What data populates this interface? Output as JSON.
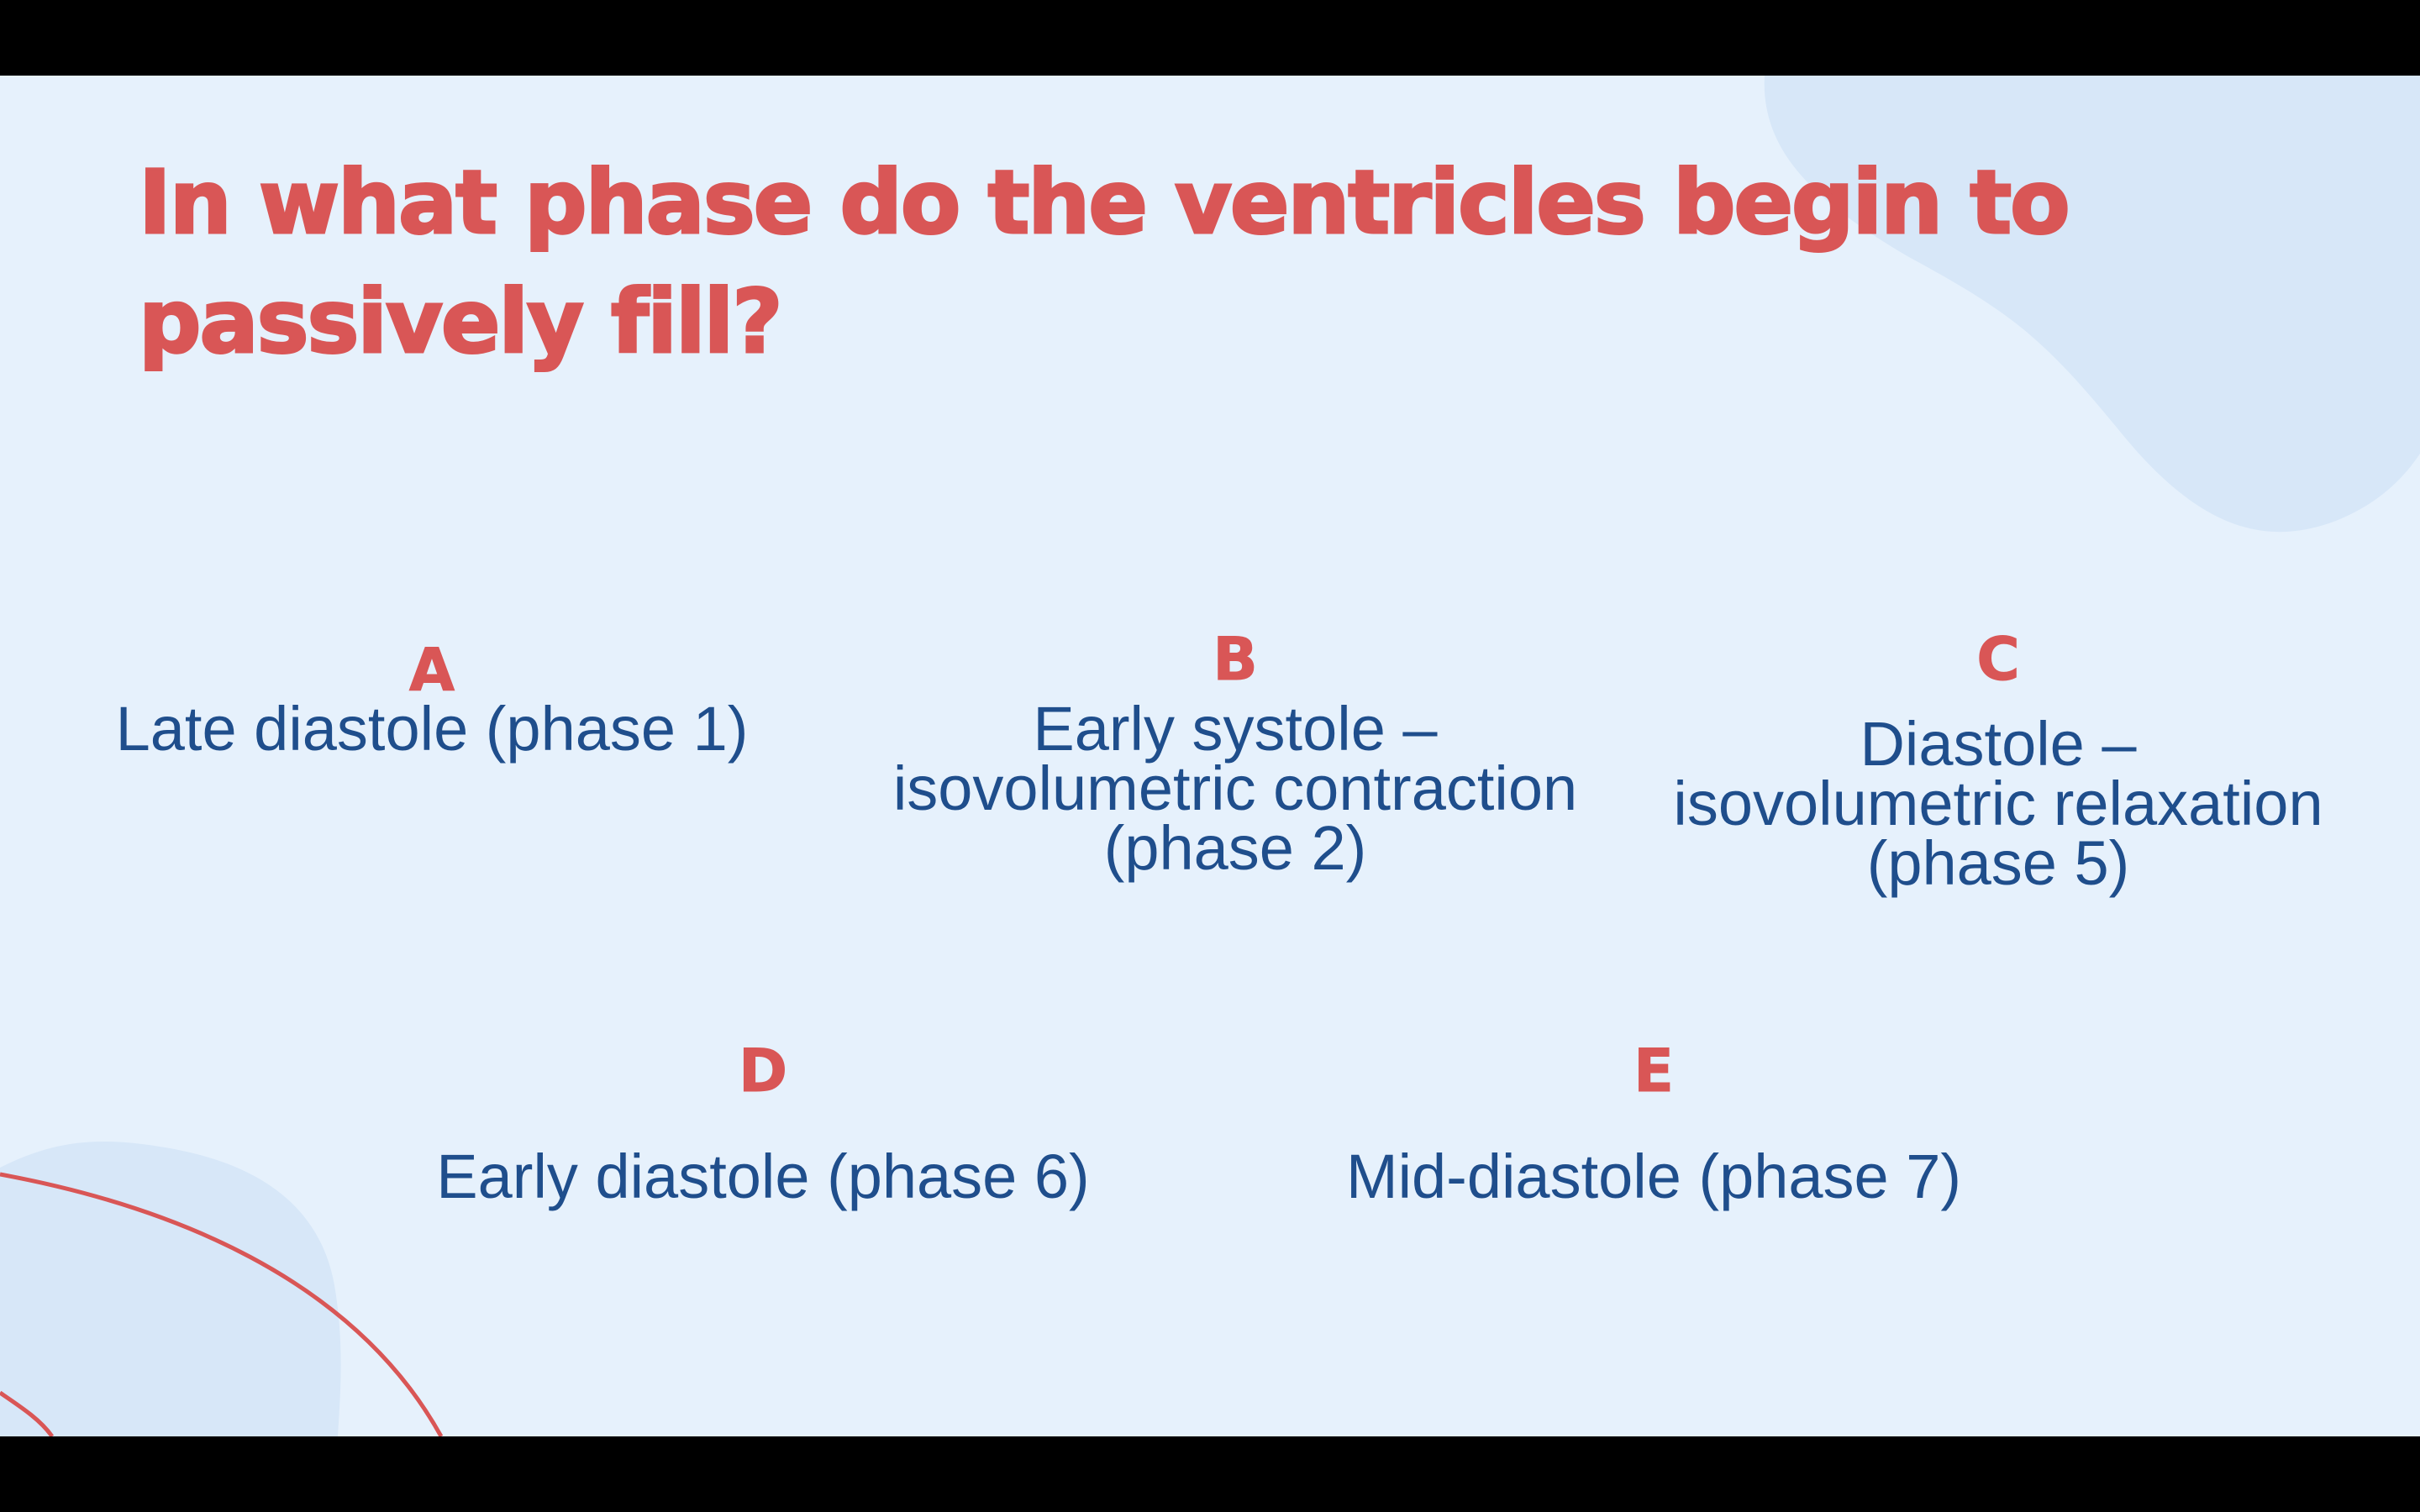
{
  "slide": {
    "question": "In what phase do the ventricles begin to passively fill?",
    "options": [
      {
        "letter": "A",
        "text": "Late diastole (phase 1)"
      },
      {
        "letter": "B",
        "text": "Early systole – isovolumetric contraction (phase 2)"
      },
      {
        "letter": "C",
        "text": "Diastole – isovolumetric relaxation (phase 5)"
      },
      {
        "letter": "D",
        "text": "Early diastole (phase 6)"
      },
      {
        "letter": "E",
        "text": "Mid-diastole (phase 7)"
      }
    ]
  },
  "colors": {
    "background": "#e6f1fc",
    "blob": "#d7e7f8",
    "title": "#d95656",
    "option_text": "#1f4e8c",
    "letterbox": "#000000"
  }
}
